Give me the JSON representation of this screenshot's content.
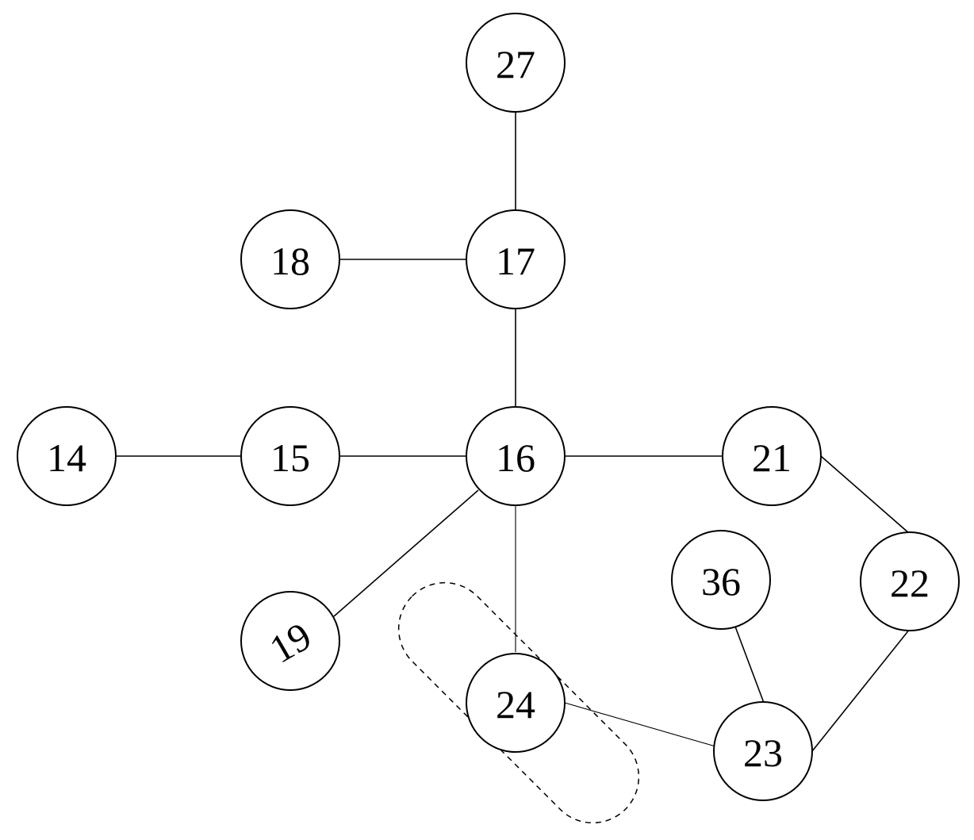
{
  "nodes": [
    {
      "id": "27",
      "label": "27"
    },
    {
      "id": "18",
      "label": "18"
    },
    {
      "id": "17",
      "label": "17"
    },
    {
      "id": "14",
      "label": "14"
    },
    {
      "id": "15",
      "label": "15"
    },
    {
      "id": "16",
      "label": "16"
    },
    {
      "id": "21",
      "label": "21"
    },
    {
      "id": "36",
      "label": "36"
    },
    {
      "id": "22",
      "label": "22"
    },
    {
      "id": "19",
      "label": "19"
    },
    {
      "id": "24",
      "label": "24"
    },
    {
      "id": "23",
      "label": "23"
    }
  ],
  "edges": [
    {
      "from": "27",
      "to": "17"
    },
    {
      "from": "18",
      "to": "17"
    },
    {
      "from": "17",
      "to": "16"
    },
    {
      "from": "14",
      "to": "15"
    },
    {
      "from": "15",
      "to": "16"
    },
    {
      "from": "16",
      "to": "21"
    },
    {
      "from": "16",
      "to": "19"
    },
    {
      "from": "16",
      "to": "24"
    },
    {
      "from": "21",
      "to": "22"
    },
    {
      "from": "22",
      "to": "23"
    },
    {
      "from": "36",
      "to": "23"
    },
    {
      "from": "24",
      "to": "23"
    }
  ],
  "groups": [
    {
      "id": "group-24",
      "members": [
        "24"
      ],
      "style": "dashed"
    }
  ]
}
